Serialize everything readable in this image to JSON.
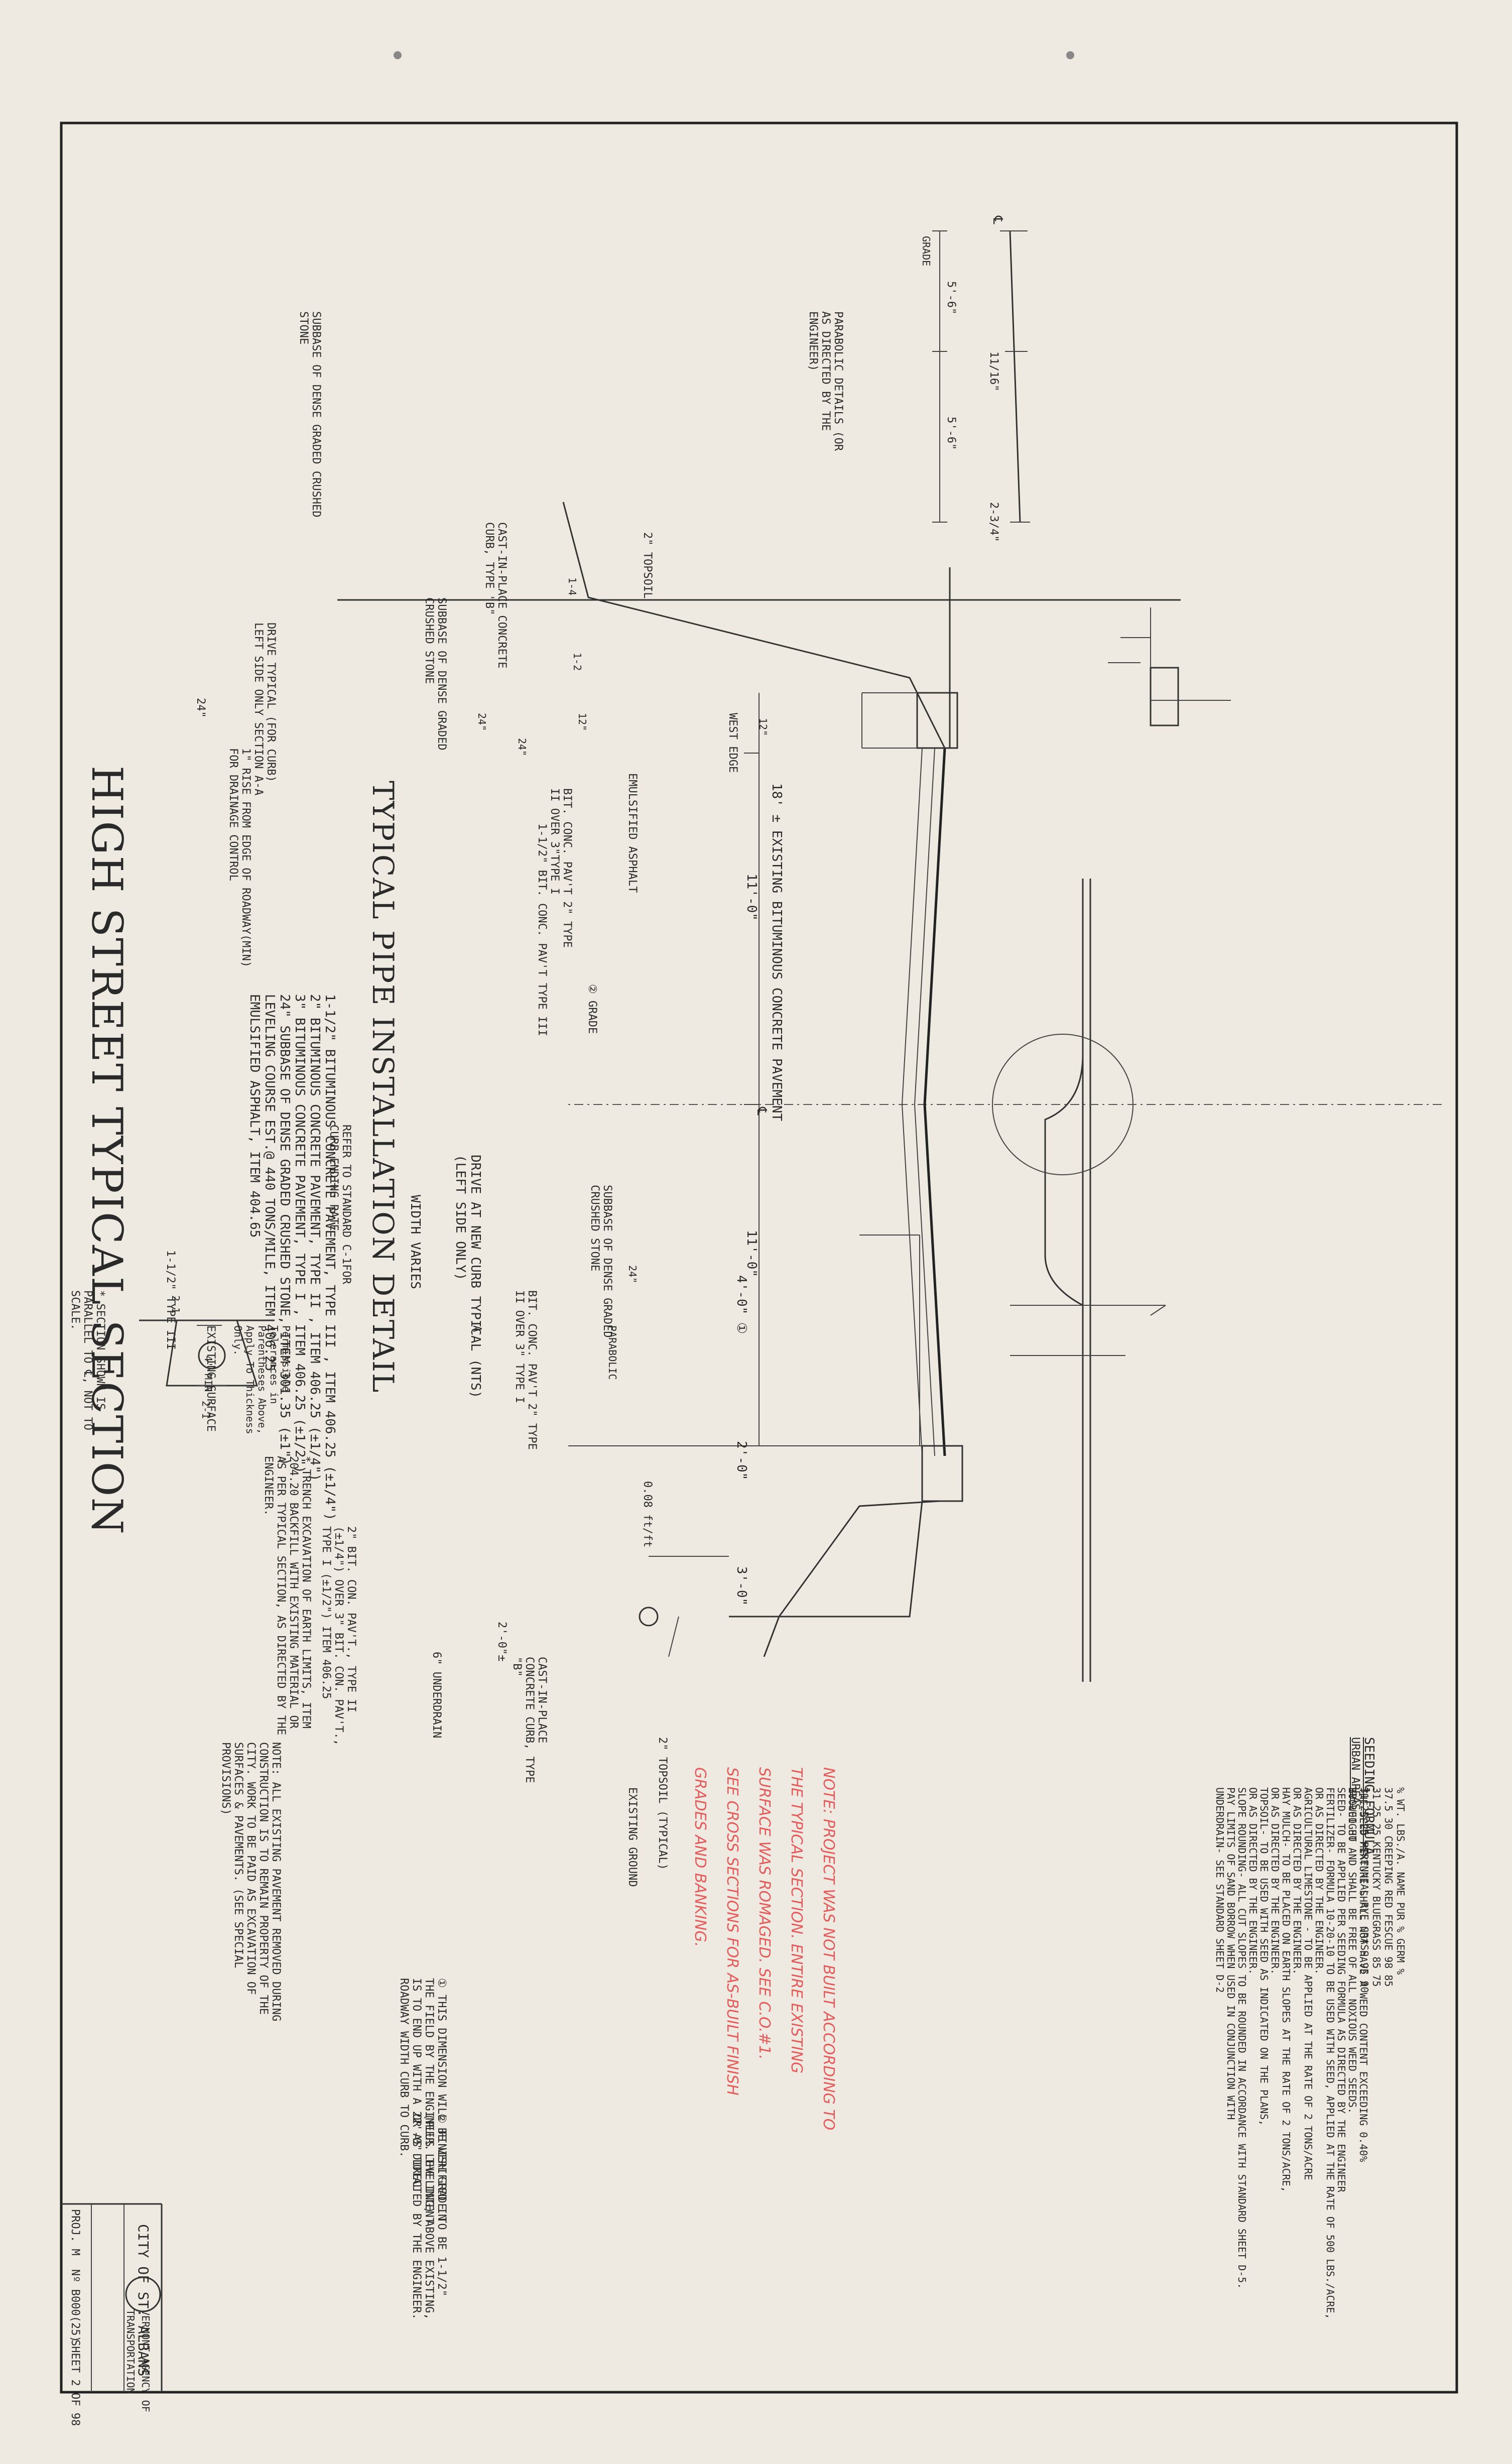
{
  "title_main": "HIGH STREET TYPICAL SECTION",
  "title_pipe": "TYPICAL PIPE INSTALLATION DETAIL",
  "materials": [
    "1-1/2\"   BITUMINOUS CONCRETE PAVEMENT, TYPE III , ITEM 406.25  (±1/4\")",
    "2\"    BITUMINOUS CONCRETE PAVEMENT, TYPE II ,  ITEM 406.25  (±1/4\")",
    "3\"    BITUMINOUS CONCRETE PAVEMENT, TYPE I ,  ITEM 406.25  (±1/2\")",
    "24\"   SUBBASE OF DENSE GRADED CRUSHED STONE, ITEM 301.35 (±1\")",
    "LEVELING COURSE EST.@ 440 TONS/MILE, ITEM 406.25",
    "EMULSIFIED ASPHALT, ITEM 404.65"
  ],
  "tolerance_note": "Permissible Tolerances in Parentheses Above, Apply To Thickness Only.",
  "drive": {
    "rise_note": "1\" RISE FROM EDGE OF ROADWAY(MIN) FOR DRAINAGE CONTROL",
    "subbase": "SUBBASE OF DENSE GRADED CRUSHED STONE",
    "drive_typical": "DRIVE TYPICAL (FOR CURB) LEFT SIDE ONLY SECTION  A-A",
    "width_24": "24\"",
    "curb_title": "DRIVE AT NEW CURB TYPICAL (NTS) (LEFT SIDE ONLY)",
    "width_varies": "WIDTH VARIES",
    "refer_note": "REFER TO STANDARD C-1FOR CURB ENDING RATE",
    "section_a": "A"
  },
  "parabolic": {
    "note": "PARABOLIC DETAILS (OR AS DIRECTED BY THE ENGINEER)",
    "grade": "GRADE",
    "dim_1": "5'-6\"",
    "dim_2": "5'-6\"",
    "rise_1": "11/16\"",
    "rise_2": "2-3/4\"",
    "cl": "℄"
  },
  "section": {
    "topsoil_left": "2\" TOPSOIL",
    "slope_14": "1-4",
    "slope_12": "1-2",
    "curb_left": "CAST-IN-PLACE CONCRETE CURB, TYPE \"B\"",
    "subbase_left": "SUBBASE OF DENSE GRADED CRUSHED STONE",
    "dim_24a": "24\"",
    "dim_24b": "24\"",
    "dim_12a": "12\"",
    "dim_12b": "12\"",
    "west_edge": "WEST      EDGE",
    "emulsified": "EMULSIFIED ASPHALT",
    "pav_left": "BIT. CONC. PAV'T 2\" TYPE II OVER 3\"TYPE I",
    "pav_left_2": "1-1/2\" BIT. CONC. PAV'T TYPE III",
    "grade_note": "② GRADE",
    "existing": "18' ± EXISTING BITUMINOUS CONCRETE PAVEMENT",
    "width_left": "11'-0\"",
    "width_right": "11'-0\"",
    "cl": "℄",
    "subbase_right": "SUBBASE OF DENSE GRADED CRUSHED STONE",
    "dim_24c": "24\"",
    "pav_right": "BIT. CONC. PAV'T 2\" TYPE II OVER 3\" TYPE I",
    "parabolic": "PARABOLIC",
    "dim_4": "4'-0\"  ①",
    "dim_2": "2'-0\"",
    "dim_3": "3'-0\"",
    "slope_right": "0.08 ft/ft",
    "dim_2_pm": "2'-0\"±",
    "underdrain": "6\" UNDERDRAIN",
    "curb_right": "CAST-IN-PLACE CONCRETE CURB, TYPE \"B\"",
    "topsoil_right": "2\" TOPSOIL (TYPICAL)",
    "existing_ground": "EXISTING GROUND"
  },
  "pipe": {
    "pav": "1-1/2\" TYPE III",
    "existing_surface": "EXISTING SURFACE",
    "asterisk_note": "* SECTION SHOWN IS PARALLEL TO ℄, NOT TO SCALE.",
    "min": "4' MIN",
    "slope_a": "2-1",
    "slope_b": "2-1",
    "pav_spec": "2\" BIT. CON. PAV'T., TYPE II  (±1/4\") OVER 3\" BIT. CON. PAV'T., TYPE I  (±1/2\") ITEM 406.25",
    "trench_note": "* TRENCH EXCAVATION OF EARTH LIMITS, ITEM 204.20 BACKFILL WITH EXISTING MATERIAL OR AS PER TYPICAL SECTION, AS DIRECTED BY THE ENGINEER."
  },
  "notes_left": "NOTE: ALL EXISTING PAVEMENT REMOVED DURING CONSTRUCTION IS TO REMAIN PROPERTY OF THE CITY. WORK TO BE PAID AS EXCAVATION OF SURFACES & PAVEMENTS. (SEE SPECIAL PROVISIONS)",
  "notes_numbered": [
    "① THIS DIMENSION WILL BE VERIFIED IN THE FIELD BY THE ENGINEER. THE INTENT IS TO END UP WITH A 22'-0\" TOTAL ROADWAY WIDTH CURB TO CURB.",
    "② FINISH GRADE TO BE 1-1/2\" (PLUS LEVELING) ABOVE EXISTING, OR AS DIRECTED BY THE ENGINEER."
  ],
  "seeding": {
    "title": "SEEDING FORMULA",
    "subtitle": "URBAN AREAS",
    "headers": [
      "% WT.",
      "LBS./A.",
      "NAME",
      "PUR %",
      "GERM %"
    ],
    "rows": [
      [
        "37.5",
        "30",
        "CREEPING RED FESCUE",
        "98",
        "85"
      ],
      [
        "31.25",
        "25",
        "KENTUCKY BLUEGRASS",
        "85",
        "75"
      ],
      [
        "31.25",
        "25",
        "PERENNIAL RYE GRASS",
        "95",
        "90"
      ],
      [
        "100.00",
        "80",
        "",
        "",
        ""
      ]
    ],
    "text": [
      "THE SEED MIXTURE SHALL NOT HAVE A WEED CONTENT EXCEEDING 0.40%",
      "BY WEIGHT AND SHALL BE FREE OF ALL NOXIOUS WEED SEEDS.",
      "SEED- TO BE APPLIED PER SEEDING FORMULA AS DIRECTED BY THE ENGINEER",
      "FERTILIZER- FORMULA 10-20-10 TO BE USED WITH SEED, APPLIED AT THE RATE OF 500 LBS./ACRE,",
      "OR AS DIRECTED BY THE ENGINEER.",
      "AGRICULTURAL LIMESTONE - TO BE APPLIED AT THE RATE OF 2 TONS/ACRE",
      "OR AS DIRECTED BY THE ENGINEER.",
      "HAY MULCH- TO BE PLACED ON EARTH SLOPES AT THE RATE OF 2 TONS/ACRE,",
      "OR AS DIRECTED BY THE ENGINEER.",
      "TOPSOIL- TO BE USED WITH SEED AS INDICATED ON THE PLANS,",
      "OR AS DIRECTED BY THE ENGINEER.",
      "SLOPE ROUNDING- ALL CUT SLOPES TO BE ROUNDED IN ACCORDANCE WITH STANDARD SHEET D-5.",
      "PAY LIMITS OF SAND BORROW WHEN USED IN CONJUNCTION WITH",
      "UNDERDRAIN- SEE STANDARD SHEET D-2"
    ]
  },
  "red_note": [
    "NOTE: PROJECT WAS NOT BUILT ACCORDING TO",
    "THE TYPICAL SECTION. ENTIRE EXISTING",
    "SURFACE WAS ROMAGED. SEE C.O.#1.",
    "SEE CROSS SECTIONS FOR AS-BUILT FINISH",
    "GRADES AND BANKING."
  ],
  "title_block": {
    "city": "CITY OF ST. ALBANS",
    "seal_top": "VERMONT AGENCY OF",
    "seal_bottom": "TRANSPORTATION",
    "proj": "PROJ. M",
    "number": "Nº B000(25)",
    "sheet": "SHEET 2 OF 98"
  }
}
